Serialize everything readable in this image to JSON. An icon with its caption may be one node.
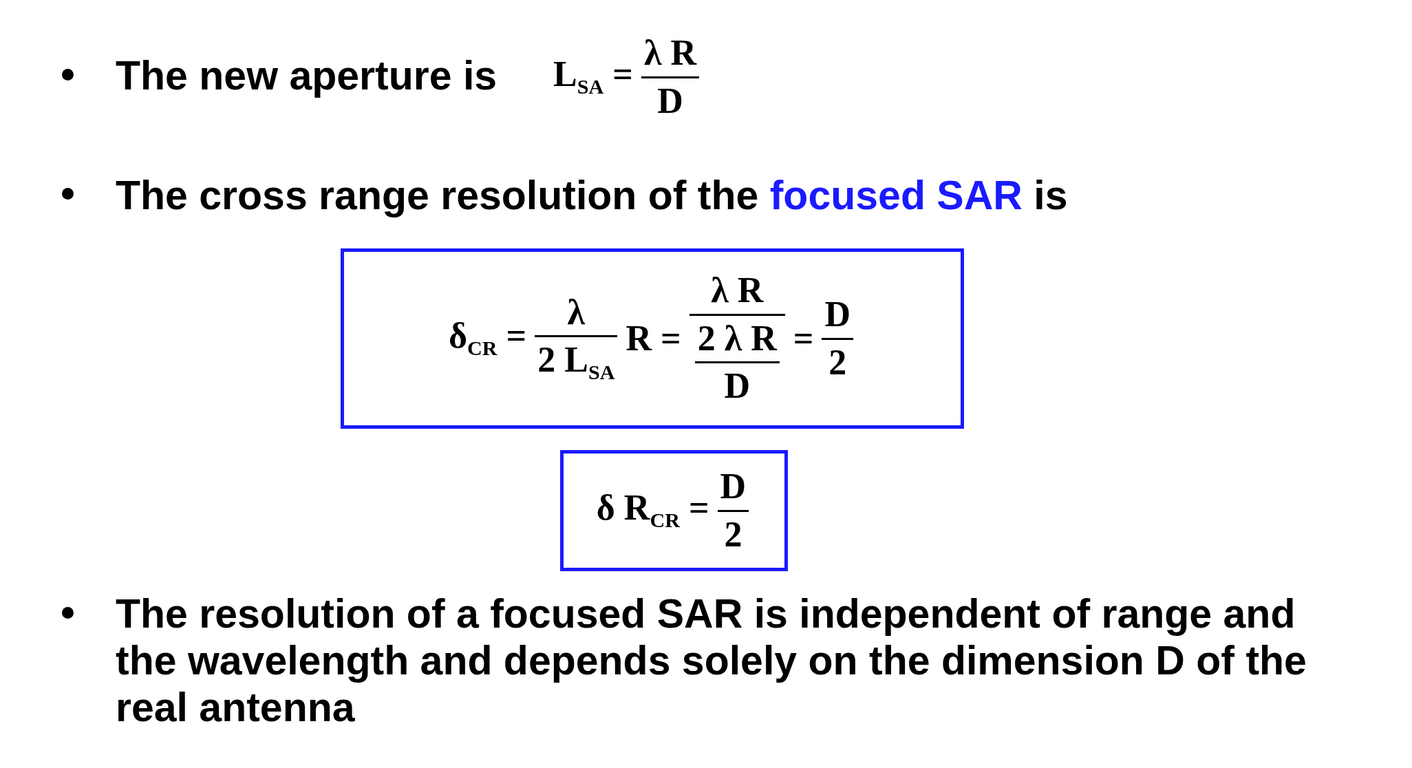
{
  "diagram": {
    "nodes": [
      {
        "text": [
          "δ$_{CR}$ =",
          "λ",
          "2 L$_{SA}$",
          "R =",
          "λ R",
          "2 λ R",
          "D",
          "=",
          "D",
          "2"
        ]
      },
      {
        "text": [
          "δ R$_{CR}$ =",
          "D",
          "2"
        ]
      }
    ],
    "labels": [
      "The new aperture is",
      "L$_{SA}$ =",
      "λ R",
      "D",
      "The cross range resolution of the **focused SAR** is",
      "The resolution of a focused SAR is independent of range and the wavelength and depends solely on the dimension D of the real antenna"
    ]
  }
}
